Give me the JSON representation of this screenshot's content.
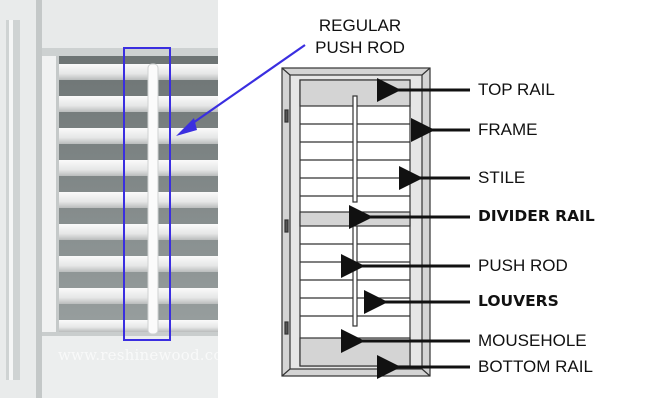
{
  "photo": {
    "watermark": "www.reshinewood.com",
    "callout": "REGULAR PUSH ROD",
    "callout_line1": "REGULAR",
    "callout_line2": "PUSH ROD"
  },
  "diagram": {
    "labels": {
      "top_rail": "TOP RAIL",
      "frame": "FRAME",
      "stile": "STILE",
      "divider_rail": "DIVIDER RAIL",
      "push_rod": "PUSH ROD",
      "louvers": "LOUVERS",
      "mousehole": "MOUSEHOLE",
      "bottom_rail": "BOTTOM RAIL"
    }
  },
  "colors": {
    "callout_blue": "#3a2ee0",
    "label_text": "#111111",
    "frame_gray": "#d9d9d9",
    "outline": "#333333"
  }
}
